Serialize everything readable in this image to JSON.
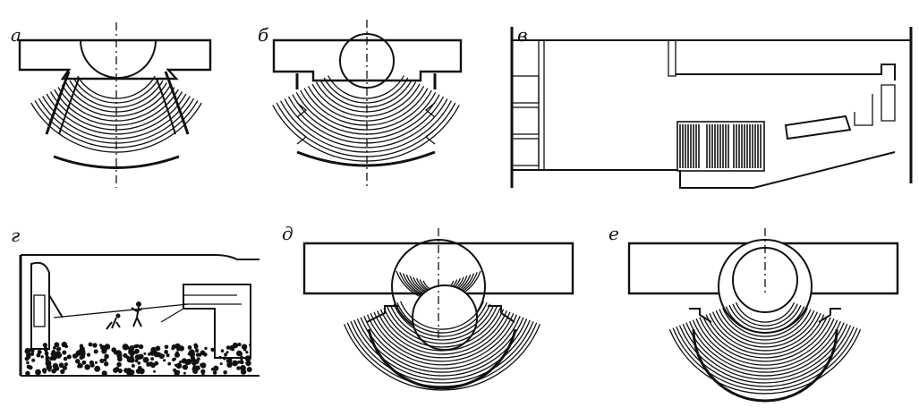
{
  "figure": {
    "panels": [
      {
        "id": "a",
        "label": "а"
      },
      {
        "id": "b",
        "label": "б"
      },
      {
        "id": "v",
        "label": "в"
      },
      {
        "id": "g",
        "label": "г"
      },
      {
        "id": "d",
        "label": "д"
      },
      {
        "id": "e",
        "label": "е"
      }
    ]
  },
  "colors": {
    "ink": "#111111",
    "paper": "#ffffff"
  }
}
